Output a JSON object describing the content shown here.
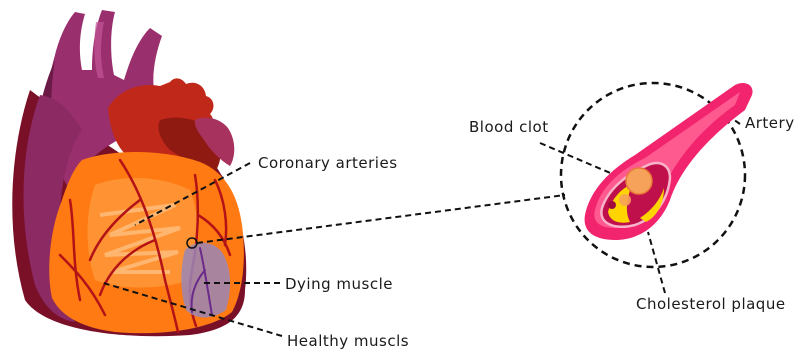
{
  "labels": {
    "coronary_arteries": "Coronary arteries",
    "dying_muscle": "Dying muscle",
    "healthy_muscle": "Healthy muscls",
    "blood_clot": "Blood clot",
    "artery": "Artery",
    "cholesterol_plaque": "Cholesterol plaque"
  },
  "colors": {
    "heart_muscle": "#ff7a12",
    "heart_muscle_light": "#ffb070",
    "heart_dark": "#c0281a",
    "aorta_purple": "#9a2f6e",
    "aorta_dark": "#6b1a48",
    "vessel_red": "#b31217",
    "artery_pink": "#f2246e",
    "artery_inner": "#c0104c",
    "plaque_yellow": "#ffd400",
    "clot_orange": "#f7a25a",
    "dying_purple": "#9a86b8",
    "leader_line": "#111111"
  }
}
